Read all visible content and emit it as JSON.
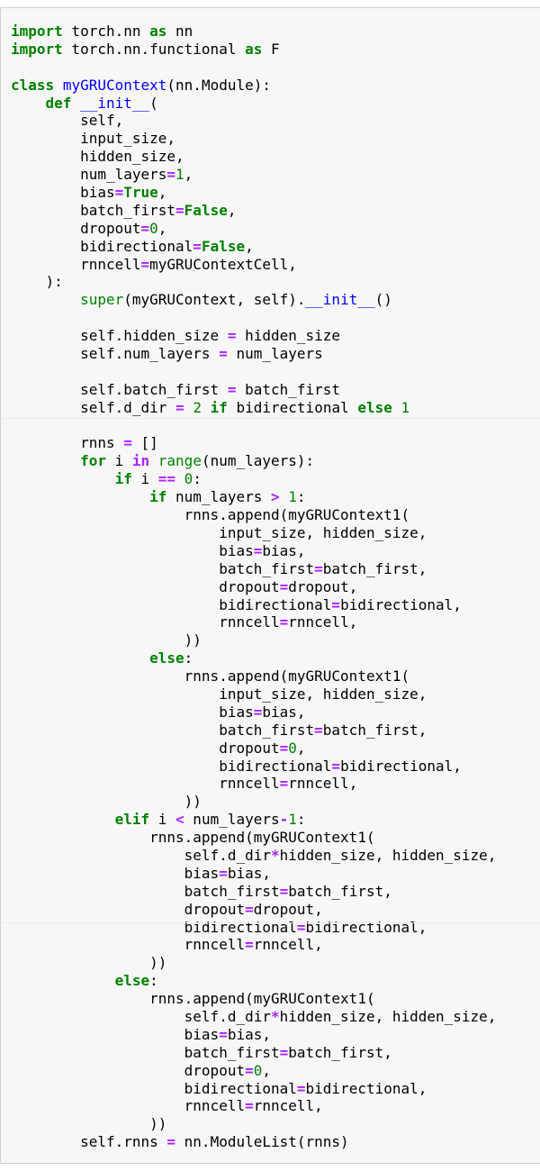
{
  "cell": {
    "lines": [
      [
        {
          "t": "import",
          "c": "kw"
        },
        {
          "t": " torch.nn "
        },
        {
          "t": "as",
          "c": "kw"
        },
        {
          "t": " nn"
        }
      ],
      [
        {
          "t": "import",
          "c": "kw"
        },
        {
          "t": " torch.nn.functional "
        },
        {
          "t": "as",
          "c": "kw"
        },
        {
          "t": " F"
        }
      ],
      [],
      [
        {
          "t": "class",
          "c": "kw"
        },
        {
          "t": " "
        },
        {
          "t": "myGRUContext",
          "c": "fn"
        },
        {
          "t": "(nn.Module):"
        }
      ],
      [
        {
          "t": "    "
        },
        {
          "t": "def",
          "c": "kw"
        },
        {
          "t": " "
        },
        {
          "t": "__init__",
          "c": "fn"
        },
        {
          "t": "("
        }
      ],
      [
        {
          "t": "        self,"
        }
      ],
      [
        {
          "t": "        input_size,"
        }
      ],
      [
        {
          "t": "        hidden_size,"
        }
      ],
      [
        {
          "t": "        num_layers"
        },
        {
          "t": "=",
          "c": "op"
        },
        {
          "t": "1",
          "c": "nm"
        },
        {
          "t": ","
        }
      ],
      [
        {
          "t": "        bias"
        },
        {
          "t": "=",
          "c": "op"
        },
        {
          "t": "True",
          "c": "kw"
        },
        {
          "t": ","
        }
      ],
      [
        {
          "t": "        batch_first"
        },
        {
          "t": "=",
          "c": "op"
        },
        {
          "t": "False",
          "c": "kw"
        },
        {
          "t": ","
        }
      ],
      [
        {
          "t": "        dropout"
        },
        {
          "t": "=",
          "c": "op"
        },
        {
          "t": "0",
          "c": "nm"
        },
        {
          "t": ","
        }
      ],
      [
        {
          "t": "        bidirectional"
        },
        {
          "t": "=",
          "c": "op"
        },
        {
          "t": "False",
          "c": "kw"
        },
        {
          "t": ","
        }
      ],
      [
        {
          "t": "        rnncell"
        },
        {
          "t": "=",
          "c": "op"
        },
        {
          "t": "myGRUContextCell,"
        }
      ],
      [
        {
          "t": "    ):"
        }
      ],
      [
        {
          "t": "        "
        },
        {
          "t": "super",
          "c": "bi"
        },
        {
          "t": "(myGRUContext, self)."
        },
        {
          "t": "__init__",
          "c": "fn"
        },
        {
          "t": "()"
        }
      ],
      [],
      [
        {
          "t": "        self.hidden_size "
        },
        {
          "t": "=",
          "c": "op"
        },
        {
          "t": " hidden_size"
        }
      ],
      [
        {
          "t": "        self.num_layers "
        },
        {
          "t": "=",
          "c": "op"
        },
        {
          "t": " num_layers"
        }
      ],
      [],
      [
        {
          "t": "        self.batch_first "
        },
        {
          "t": "=",
          "c": "op"
        },
        {
          "t": " batch_first"
        }
      ],
      [
        {
          "t": "        self.d_dir "
        },
        {
          "t": "=",
          "c": "op"
        },
        {
          "t": " "
        },
        {
          "t": "2",
          "c": "nm"
        },
        {
          "t": " "
        },
        {
          "t": "if",
          "c": "kw"
        },
        {
          "t": " bidirectional "
        },
        {
          "t": "else",
          "c": "kw"
        },
        {
          "t": " "
        },
        {
          "t": "1",
          "c": "nm"
        }
      ],
      [],
      [
        {
          "t": "        rnns "
        },
        {
          "t": "=",
          "c": "op"
        },
        {
          "t": " []"
        }
      ],
      [
        {
          "t": "        "
        },
        {
          "t": "for",
          "c": "kw"
        },
        {
          "t": " i "
        },
        {
          "t": "in",
          "c": "op"
        },
        {
          "t": " "
        },
        {
          "t": "range",
          "c": "bi"
        },
        {
          "t": "(num_layers):"
        }
      ],
      [
        {
          "t": "            "
        },
        {
          "t": "if",
          "c": "kw"
        },
        {
          "t": " i "
        },
        {
          "t": "==",
          "c": "op"
        },
        {
          "t": " "
        },
        {
          "t": "0",
          "c": "nm"
        },
        {
          "t": ":"
        }
      ],
      [
        {
          "t": "                "
        },
        {
          "t": "if",
          "c": "kw"
        },
        {
          "t": " num_layers "
        },
        {
          "t": ">",
          "c": "op"
        },
        {
          "t": " "
        },
        {
          "t": "1",
          "c": "nm"
        },
        {
          "t": ":"
        }
      ],
      [
        {
          "t": "                    rnns.append(myGRUContext1("
        }
      ],
      [
        {
          "t": "                        input_size, hidden_size,"
        }
      ],
      [
        {
          "t": "                        bias"
        },
        {
          "t": "=",
          "c": "op"
        },
        {
          "t": "bias,"
        }
      ],
      [
        {
          "t": "                        batch_first"
        },
        {
          "t": "=",
          "c": "op"
        },
        {
          "t": "batch_first,"
        }
      ],
      [
        {
          "t": "                        dropout"
        },
        {
          "t": "=",
          "c": "op"
        },
        {
          "t": "dropout,"
        }
      ],
      [
        {
          "t": "                        bidirectional"
        },
        {
          "t": "=",
          "c": "op"
        },
        {
          "t": "bidirectional,"
        }
      ],
      [
        {
          "t": "                        rnncell"
        },
        {
          "t": "=",
          "c": "op"
        },
        {
          "t": "rnncell,"
        }
      ],
      [
        {
          "t": "                    ))"
        }
      ],
      [
        {
          "t": "                "
        },
        {
          "t": "else",
          "c": "kw"
        },
        {
          "t": ":"
        }
      ],
      [
        {
          "t": "                    rnns.append(myGRUContext1("
        }
      ],
      [
        {
          "t": "                        input_size, hidden_size,"
        }
      ],
      [
        {
          "t": "                        bias"
        },
        {
          "t": "=",
          "c": "op"
        },
        {
          "t": "bias,"
        }
      ],
      [
        {
          "t": "                        batch_first"
        },
        {
          "t": "=",
          "c": "op"
        },
        {
          "t": "batch_first,"
        }
      ],
      [
        {
          "t": "                        dropout"
        },
        {
          "t": "=",
          "c": "op"
        },
        {
          "t": "0",
          "c": "nm"
        },
        {
          "t": ","
        }
      ],
      [
        {
          "t": "                        bidirectional"
        },
        {
          "t": "=",
          "c": "op"
        },
        {
          "t": "bidirectional,"
        }
      ],
      [
        {
          "t": "                        rnncell"
        },
        {
          "t": "=",
          "c": "op"
        },
        {
          "t": "rnncell,"
        }
      ],
      [
        {
          "t": "                    ))"
        }
      ],
      [
        {
          "t": "            "
        },
        {
          "t": "elif",
          "c": "kw"
        },
        {
          "t": " i "
        },
        {
          "t": "<",
          "c": "op"
        },
        {
          "t": " num_layers"
        },
        {
          "t": "-",
          "c": "op"
        },
        {
          "t": "1",
          "c": "nm"
        },
        {
          "t": ":"
        }
      ],
      [
        {
          "t": "                rnns.append(myGRUContext1("
        }
      ],
      [
        {
          "t": "                    self.d_dir"
        },
        {
          "t": "*",
          "c": "op"
        },
        {
          "t": "hidden_size, hidden_size,"
        }
      ],
      [
        {
          "t": "                    bias"
        },
        {
          "t": "=",
          "c": "op"
        },
        {
          "t": "bias,"
        }
      ],
      [
        {
          "t": "                    batch_first"
        },
        {
          "t": "=",
          "c": "op"
        },
        {
          "t": "batch_first,"
        }
      ],
      [
        {
          "t": "                    dropout"
        },
        {
          "t": "=",
          "c": "op"
        },
        {
          "t": "dropout,"
        }
      ],
      [
        {
          "t": "                    bidirectional"
        },
        {
          "t": "=",
          "c": "op"
        },
        {
          "t": "bidirectional,"
        }
      ],
      [
        {
          "t": "                    rnncell"
        },
        {
          "t": "=",
          "c": "op"
        },
        {
          "t": "rnncell,"
        }
      ],
      [
        {
          "t": "                ))"
        }
      ],
      [
        {
          "t": "            "
        },
        {
          "t": "else",
          "c": "kw"
        },
        {
          "t": ":"
        }
      ],
      [
        {
          "t": "                rnns.append(myGRUContext1("
        }
      ],
      [
        {
          "t": "                    self.d_dir"
        },
        {
          "t": "*",
          "c": "op"
        },
        {
          "t": "hidden_size, hidden_size,"
        }
      ],
      [
        {
          "t": "                    bias"
        },
        {
          "t": "=",
          "c": "op"
        },
        {
          "t": "bias,"
        }
      ],
      [
        {
          "t": "                    batch_first"
        },
        {
          "t": "=",
          "c": "op"
        },
        {
          "t": "batch_first,"
        }
      ],
      [
        {
          "t": "                    dropout"
        },
        {
          "t": "=",
          "c": "op"
        },
        {
          "t": "0",
          "c": "nm"
        },
        {
          "t": ","
        }
      ],
      [
        {
          "t": "                    bidirectional"
        },
        {
          "t": "=",
          "c": "op"
        },
        {
          "t": "bidirectional,"
        }
      ],
      [
        {
          "t": "                    rnncell"
        },
        {
          "t": "=",
          "c": "op"
        },
        {
          "t": "rnncell,"
        }
      ],
      [
        {
          "t": "                ))"
        }
      ],
      [
        {
          "t": "        self.rnns "
        },
        {
          "t": "=",
          "c": "op"
        },
        {
          "t": " nn.ModuleList(rnns)"
        }
      ]
    ]
  }
}
